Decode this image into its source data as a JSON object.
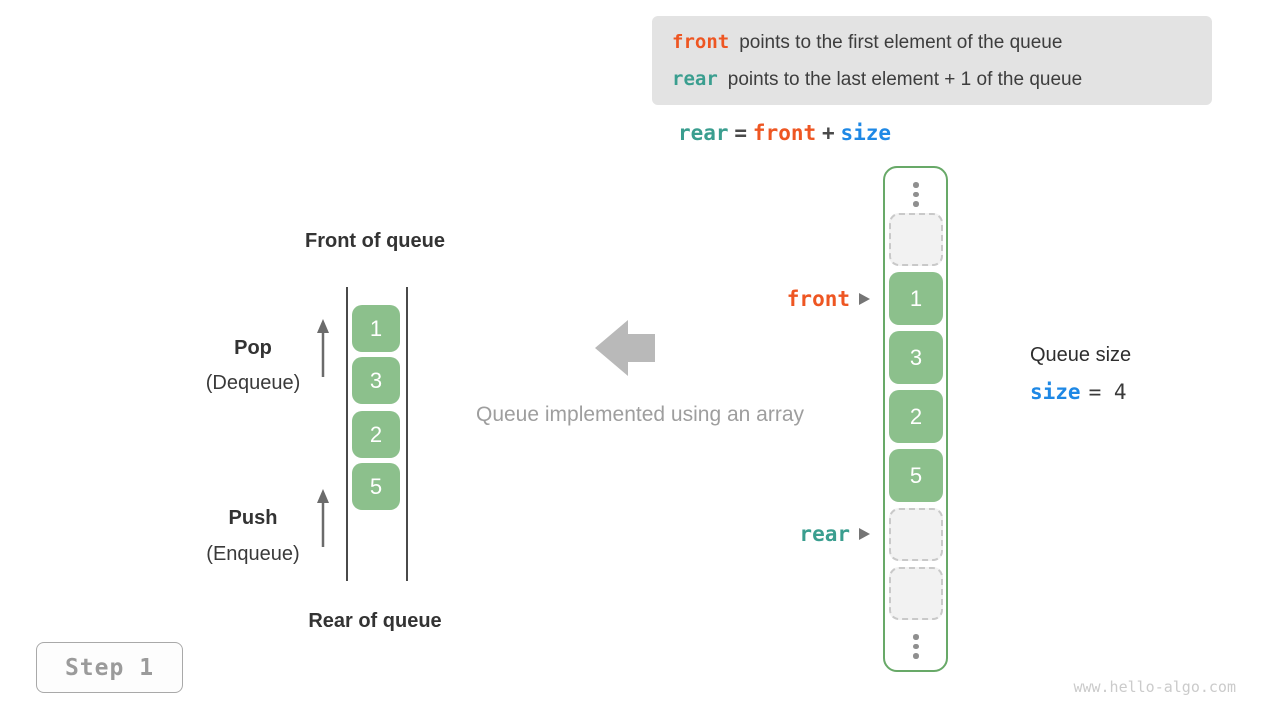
{
  "colors": {
    "orange": "#EE5622",
    "teal": "#3A9E8F",
    "blue": "#1E88E5",
    "green_cell": "#8CC08C",
    "green_container_border": "#68A968",
    "info_box_bg": "#E3E3E3",
    "gray_caption": "#9E9E9E"
  },
  "info_box": {
    "lines": [
      {
        "keyword": "front",
        "text": "points to the first element of the queue"
      },
      {
        "keyword": "rear",
        "text": "points to the last element + 1 of the queue"
      }
    ]
  },
  "formula": {
    "lhs": "rear",
    "eq": "=",
    "op1": "front",
    "plus": "+",
    "op2": "size"
  },
  "left_diagram": {
    "top_label": "Front of queue",
    "bottom_label": "Rear of queue",
    "pop_label": "Pop",
    "pop_sublabel": "(Dequeue)",
    "push_label": "Push",
    "push_sublabel": "(Enqueue)",
    "values": [
      "1",
      "3",
      "2",
      "5"
    ]
  },
  "center": {
    "caption": "Queue implemented using an array"
  },
  "right_array": {
    "values": [
      "1",
      "3",
      "2",
      "5"
    ]
  },
  "pointers": {
    "front": "front",
    "rear": "rear"
  },
  "queue_size": {
    "title": "Queue size",
    "var": "size",
    "rest": "= 4"
  },
  "step_badge": "Step 1",
  "watermark": "www.hello-algo.com"
}
